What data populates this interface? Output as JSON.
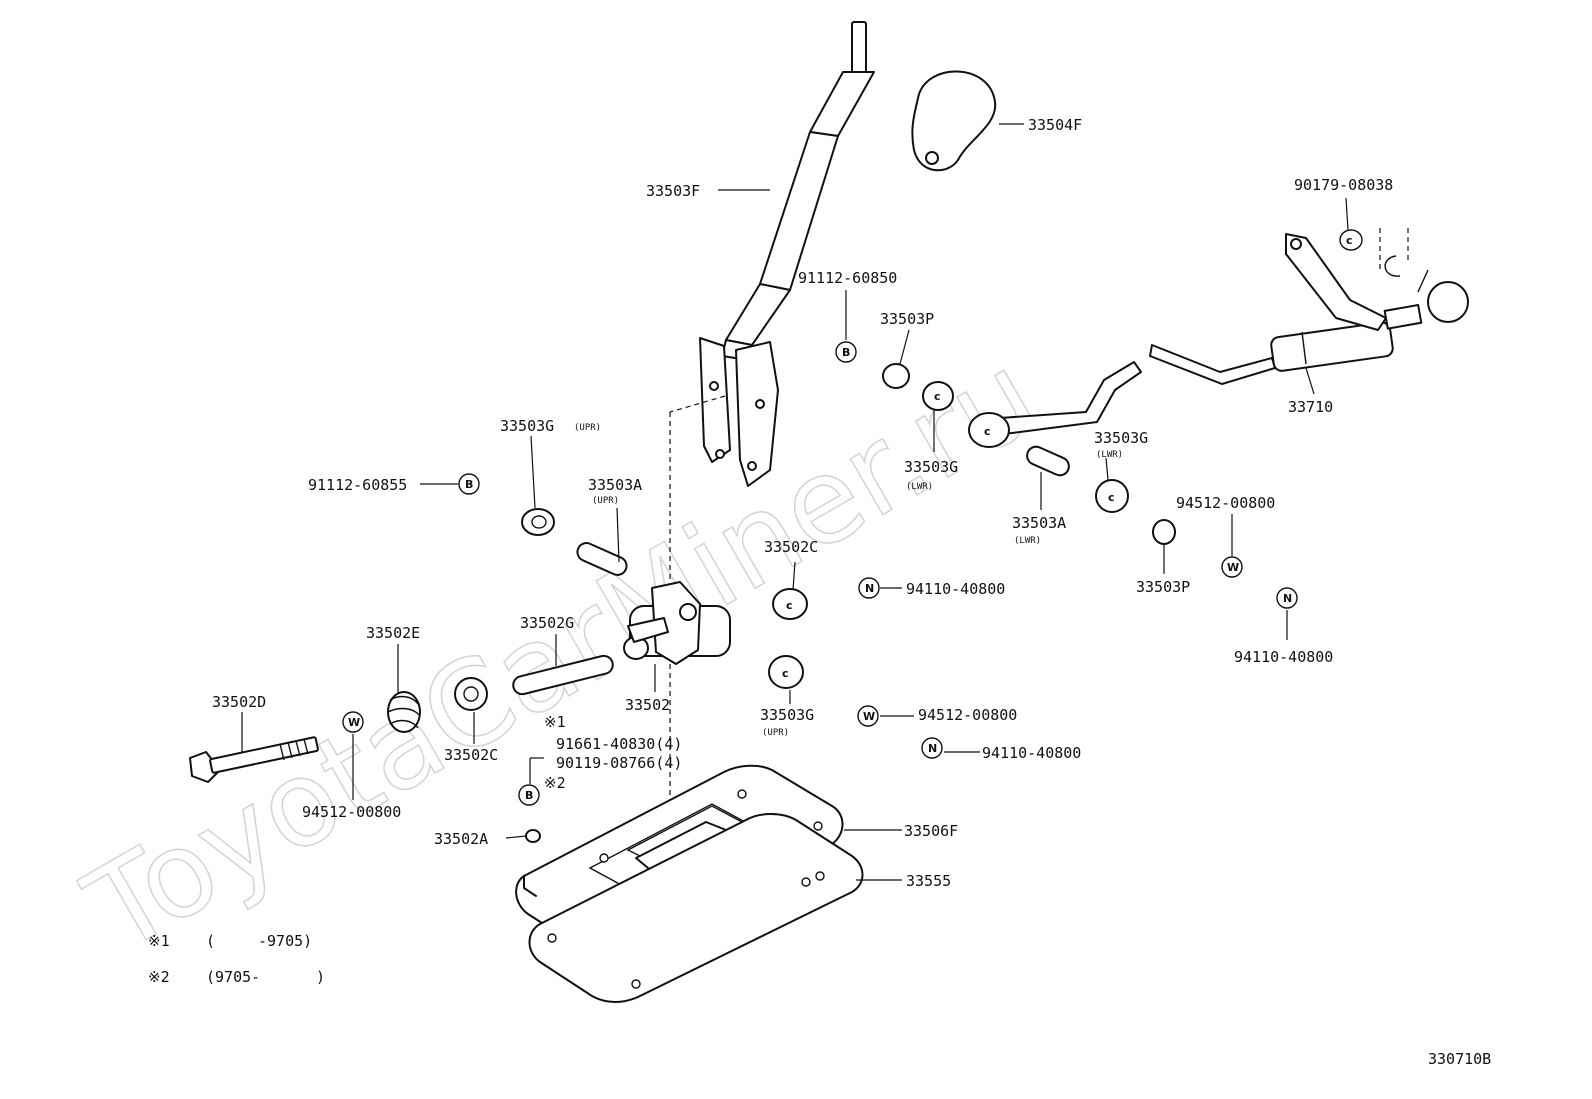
{
  "watermark": "ToyotaCarMiner.ru",
  "diagram_code": "330710B",
  "symbols": {
    "bolt": "B",
    "washer": "W",
    "nut": "N"
  },
  "labels": {
    "p33504F": "33504F",
    "p33503F": "33503F",
    "p90179_08038": "90179-08038",
    "p91112_60850": "91112-60850",
    "p33503P_top": "33503P",
    "p33710": "33710",
    "p33503G_upr_top": "33503G",
    "p33503G_lwr_mid": "33503G",
    "p33503G_lwr_right": "33503G",
    "p91112_60855": "91112-60855",
    "p33503A_upr": "33503A",
    "p33503A_lwr": "33503A",
    "p94512_00800_right": "94512-00800",
    "p33502C_top": "33502C",
    "p94110_40800_mid": "94110-40800",
    "p33503P_right": "33503P",
    "p94110_40800_right": "94110-40800",
    "p33502E": "33502E",
    "p33502G": "33502G",
    "p33502": "33502",
    "p33503G_upr_low": "33503G",
    "p94512_00800_mid": "94512-00800",
    "p33502D": "33502D",
    "p94110_40800_low": "94110-40800",
    "p33502C_low": "33502C",
    "p91661_40830": "91661-40830(4)",
    "p90119_08766": "90119-08766(4)",
    "p94512_00800_left": "94512-00800",
    "p33502A": "33502A",
    "p33506F": "33506F",
    "p33555": "33555"
  },
  "notes": {
    "upr1": "(UPR)",
    "upr2": "(UPR)",
    "upr3": "(UPR)",
    "lwr1": "(LWR)",
    "lwr2": "(LWR)",
    "lwr3": "(LWR)"
  },
  "markers": {
    "m1": "※1",
    "m2": "※2"
  },
  "legend": {
    "row1_mark": "※1",
    "row1_open": "(",
    "row1_value": "-9705)",
    "row2_mark": "※2",
    "row2_value": "(9705-",
    "row2_close": ")"
  }
}
